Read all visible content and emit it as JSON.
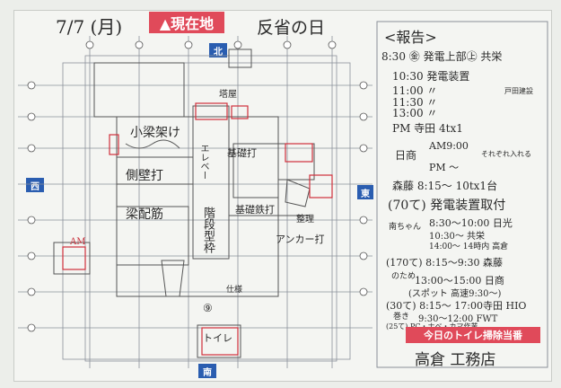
{
  "header": {
    "date": "7/7 (月)",
    "location_badge": "▲現在地",
    "title": "反省の日"
  },
  "compass": {
    "north": "北",
    "south": "南",
    "east": "東",
    "west": "西"
  },
  "plan_labels": {
    "kosugi": "小梁架け",
    "kabe": "側壁打",
    "ryo": "梁配筋",
    "kaidan": "階段型枠",
    "anchor": "アンカー打",
    "kiso": "基礎鉄打",
    "kiso2": "基礎打",
    "kozo": "塔屋",
    "elevator": "エレベー",
    "toilet": "トイレ",
    "am": "AM",
    "seiri": "整理",
    "shiyosho": "仕様",
    "nine": "⑨"
  },
  "schedule": {
    "heading": "<報告>",
    "rows": [
      {
        "text": "8:30 ㊎ 発電上部㊤ 共栄"
      },
      {
        "text": "10:30  発電装置"
      },
      {
        "text": "11:00  〃"
      },
      {
        "text": "11:30  〃"
      },
      {
        "text": "13:00  〃"
      },
      {
        "text": "戸田建設"
      },
      {
        "text": "PM 寺田  4tx1"
      },
      {
        "text": "AM9:00"
      },
      {
        "text": "日商"
      },
      {
        "text": "PM ～"
      },
      {
        "text": "それぞれ入れる"
      },
      {
        "text": "森藤  8:15～ 10tx1台"
      },
      {
        "text": "(70て) 発電装置取付"
      },
      {
        "text": "8:30～10:00 日光"
      },
      {
        "text": "南ちゃん"
      },
      {
        "text": "10:30～ 共栄"
      },
      {
        "text": "14:00～ 14時内 高倉"
      },
      {
        "text": "(170て) 8:15～9:30 森藤"
      },
      {
        "text": "のため"
      },
      {
        "text": "13:00～15:00 日商"
      },
      {
        "text": "(スポット 高速9:30～)"
      },
      {
        "text": "(30て) 8:15～ 17:00寺田 HIO"
      },
      {
        "text": "巻き"
      },
      {
        "text": "9:30～12:00 FWT"
      },
      {
        "text": "(25て) PC・ナベ・カマ作業"
      }
    ],
    "toilet_duty_label": "今日のトイレ掃除当番",
    "toilet_duty_name": "高倉 工務店"
  }
}
